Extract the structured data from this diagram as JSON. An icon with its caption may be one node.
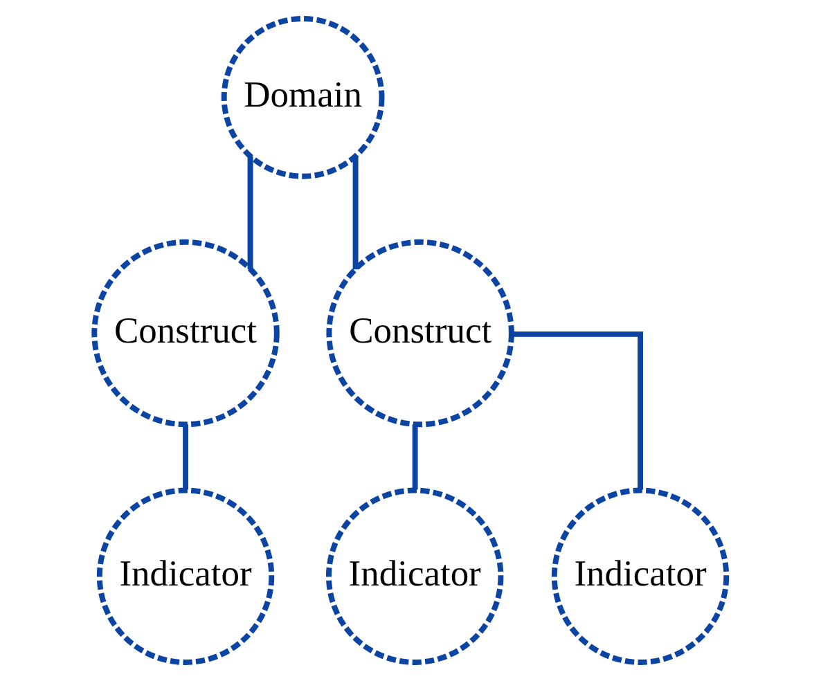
{
  "diagram": {
    "nodes": [
      {
        "text": [
          "Domain"
        ]
      },
      {
        "text": [
          "Construct"
        ]
      },
      {
        "text": [
          "Construct"
        ]
      },
      {
        "text": [
          "Indicator"
        ]
      },
      {
        "text": [
          "Indicator"
        ]
      },
      {
        "text": [
          "Indicator"
        ]
      }
    ],
    "edges": [
      {
        "from": 0,
        "to": 1,
        "arrow": "none"
      },
      {
        "from": 0,
        "to": 2,
        "arrow": "none"
      },
      {
        "from": 1,
        "to": 3,
        "arrow": "none"
      },
      {
        "from": 2,
        "to": 4,
        "arrow": "none"
      },
      {
        "from": 2,
        "to": 5,
        "arrow": "none"
      }
    ]
  }
}
